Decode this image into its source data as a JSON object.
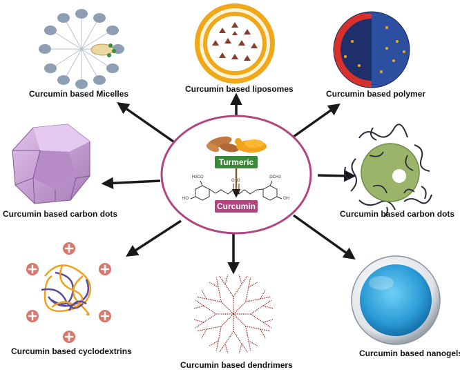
{
  "center": {
    "top_tag": "Turmeric",
    "bottom_tag": "Curcumin",
    "chem_labels": [
      "H3CO",
      "OCH3",
      "HO",
      "OH",
      "O",
      "O"
    ]
  },
  "formulations": [
    "Curcumin based Micelles",
    "Curcumin based liposomes",
    "Curcumin based polymer",
    "Curcumin based carbon dots",
    "Curcumin based carbon dots",
    "Curcumin based cyclodextrins",
    "Curcumin based dendrimers",
    "Curcumin based nanogels"
  ],
  "colors": {
    "hub_outline": "#b0457f",
    "turmeric_tag": "#3a8a3a",
    "curcumin_tag": "#b0457f",
    "turmeric_root": "#c07840",
    "powder": "#f2a21b",
    "arrow": "#1a1a1a",
    "micelle_head": "#8e9fb4",
    "liposome_head": "#f0a81a",
    "liposome_drug": "#8a3b2a",
    "polymer_blue": "#2c4fa0",
    "polymer_red": "#d8302a",
    "polyhedron": "#c79ad4",
    "carbon_dot_green": "#9ab46a",
    "cyclodextrin_orange": "#f0a020",
    "cyclodextrin_purple": "#5a4a9a",
    "plus_badge": "#d9786e",
    "dendrimer": "#9b2a22",
    "nanogel_blue": "#2aa0d8"
  },
  "icons": [
    "turmeric-root-icon",
    "curcumin-molecule-icon",
    "micelle-icon",
    "liposome-icon",
    "polymer-nanoparticle-icon",
    "polyhedron-icon",
    "carbon-dot-icon",
    "cyclodextrin-icon",
    "dendrimer-icon",
    "nanogel-icon",
    "plus-icon"
  ]
}
